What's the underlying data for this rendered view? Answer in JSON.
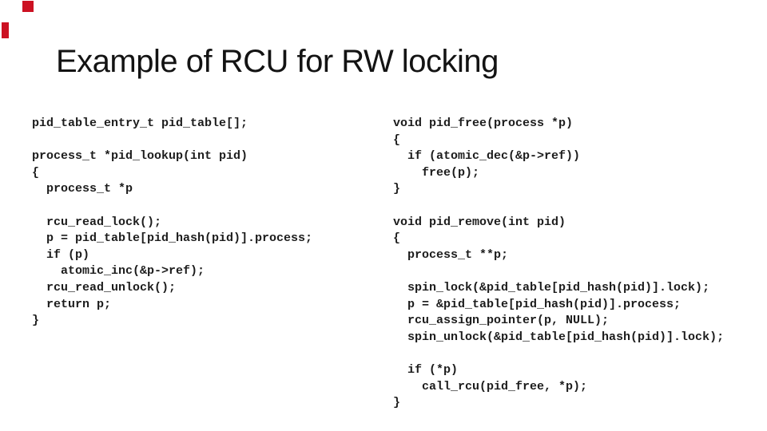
{
  "slide": {
    "title": "Example of RCU for RW locking",
    "background_color": "#ffffff",
    "title_color": "#131313",
    "code_color": "#1c1c1c",
    "accent_red": "#cc1122"
  },
  "code": {
    "left_column": "pid_table_entry_t pid_table[];\n\nprocess_t *pid_lookup(int pid)\n{\n  process_t *p\n\n  rcu_read_lock();\n  p = pid_table[pid_hash(pid)].process;\n  if (p)\n    atomic_inc(&p->ref);\n  rcu_read_unlock();\n  return p;\n}",
    "right_column": "void pid_free(process *p)\n{\n  if (atomic_dec(&p->ref))\n    free(p);\n}\n\nvoid pid_remove(int pid)\n{\n  process_t **p;\n\n  spin_lock(&pid_table[pid_hash(pid)].lock);\n  p = &pid_table[pid_hash(pid)].process;\n  rcu_assign_pointer(p, NULL);\n  spin_unlock(&pid_table[pid_hash(pid)].lock);\n\n  if (*p)\n    call_rcu(pid_free, *p);\n}"
  }
}
